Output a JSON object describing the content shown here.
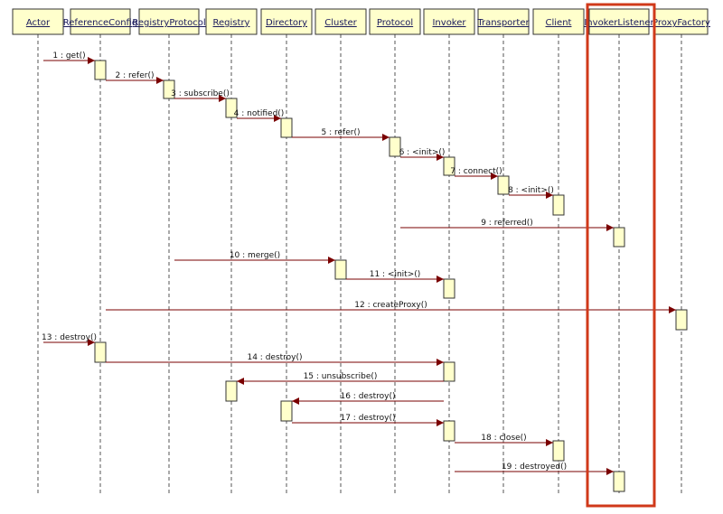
{
  "lifelines": [
    {
      "id": "actor",
      "label": "Actor"
    },
    {
      "id": "referenceconfig",
      "label": "ReferenceConfig"
    },
    {
      "id": "registryprotocol",
      "label": "RegistryProtocol"
    },
    {
      "id": "registry",
      "label": "Registry"
    },
    {
      "id": "directory",
      "label": "Directory"
    },
    {
      "id": "cluster",
      "label": "Cluster"
    },
    {
      "id": "protocol",
      "label": "Protocol"
    },
    {
      "id": "invoker",
      "label": "Invoker"
    },
    {
      "id": "transporter",
      "label": "Transporter"
    },
    {
      "id": "client",
      "label": "Client"
    },
    {
      "id": "invokerlistener",
      "label": "InvokerListener"
    },
    {
      "id": "proxyfactory",
      "label": "ProxyFactory"
    }
  ],
  "messages": [
    {
      "n": 1,
      "label": "1 : get()",
      "from": "actor",
      "to": "referenceconfig"
    },
    {
      "n": 2,
      "label": "2 : refer()",
      "from": "referenceconfig",
      "to": "registryprotocol"
    },
    {
      "n": 3,
      "label": "3 : subscribe()",
      "from": "registryprotocol",
      "to": "registry"
    },
    {
      "n": 4,
      "label": "4 : notified()",
      "from": "registry",
      "to": "directory"
    },
    {
      "n": 5,
      "label": "5 : refer()",
      "from": "directory",
      "to": "protocol"
    },
    {
      "n": 6,
      "label": "6 : <init>()",
      "from": "protocol",
      "to": "invoker"
    },
    {
      "n": 7,
      "label": "7 : connect()",
      "from": "invoker",
      "to": "transporter"
    },
    {
      "n": 8,
      "label": "8 : <init>()",
      "from": "transporter",
      "to": "client"
    },
    {
      "n": 9,
      "label": "9 : referred()",
      "from": "protocol",
      "to": "invokerlistener"
    },
    {
      "n": 10,
      "label": "10 : merge()",
      "from": "registryprotocol",
      "to": "cluster"
    },
    {
      "n": 11,
      "label": "11 : <init>()",
      "from": "cluster",
      "to": "invoker"
    },
    {
      "n": 12,
      "label": "12 : createProxy()",
      "from": "referenceconfig",
      "to": "proxyfactory"
    },
    {
      "n": 13,
      "label": "13 : destroy()",
      "from": "actor",
      "to": "referenceconfig"
    },
    {
      "n": 14,
      "label": "14 : destroy()",
      "from": "referenceconfig",
      "to": "invoker"
    },
    {
      "n": 15,
      "label": "15 : unsubscribe()",
      "from": "invoker",
      "to": "registry"
    },
    {
      "n": 16,
      "label": "16 : destroy()",
      "from": "invoker",
      "to": "directory"
    },
    {
      "n": 17,
      "label": "17 : destroy()",
      "from": "directory",
      "to": "invoker"
    },
    {
      "n": 18,
      "label": "18 : close()",
      "from": "invoker",
      "to": "client"
    },
    {
      "n": 19,
      "label": "19 : destroyed()",
      "from": "invoker",
      "to": "invokerlistener"
    }
  ],
  "highlighted_lifeline": "invokerlistener",
  "colors": {
    "box_fill": "#ffffcc",
    "message_line": "#7a0000",
    "highlight": "#d0391a",
    "header_text": "#1a1a5c"
  }
}
